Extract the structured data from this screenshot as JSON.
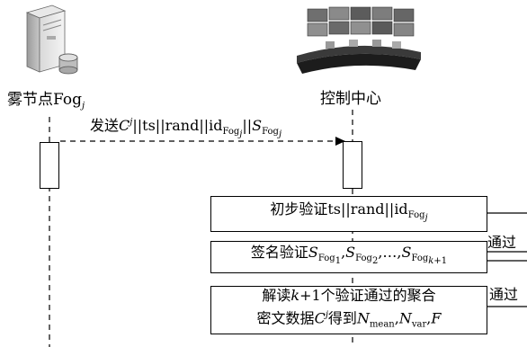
{
  "actors": {
    "fog_node": {
      "label": "雾节点Fog",
      "subscript": "j",
      "icon": "server-icon"
    },
    "control_center": {
      "label": "控制中心",
      "icon": "control-room-icon"
    }
  },
  "messages": {
    "send": {
      "prefix": "发送",
      "content": "C^j||ts||rand||id_Fog_j||S_Fog_j"
    }
  },
  "steps": [
    {
      "text": "初步验证ts||rand||id_Fog_j"
    },
    {
      "text": "签名验证S_Fog_1,S_Fog_2,…,S_Fog_k+1"
    },
    {
      "text_line1": "解读k+1个验证通过的聚合",
      "text_line2": "密文数据C^j得到N_mean,N_var,F"
    }
  ],
  "side_labels": [
    "通过",
    "通过"
  ]
}
